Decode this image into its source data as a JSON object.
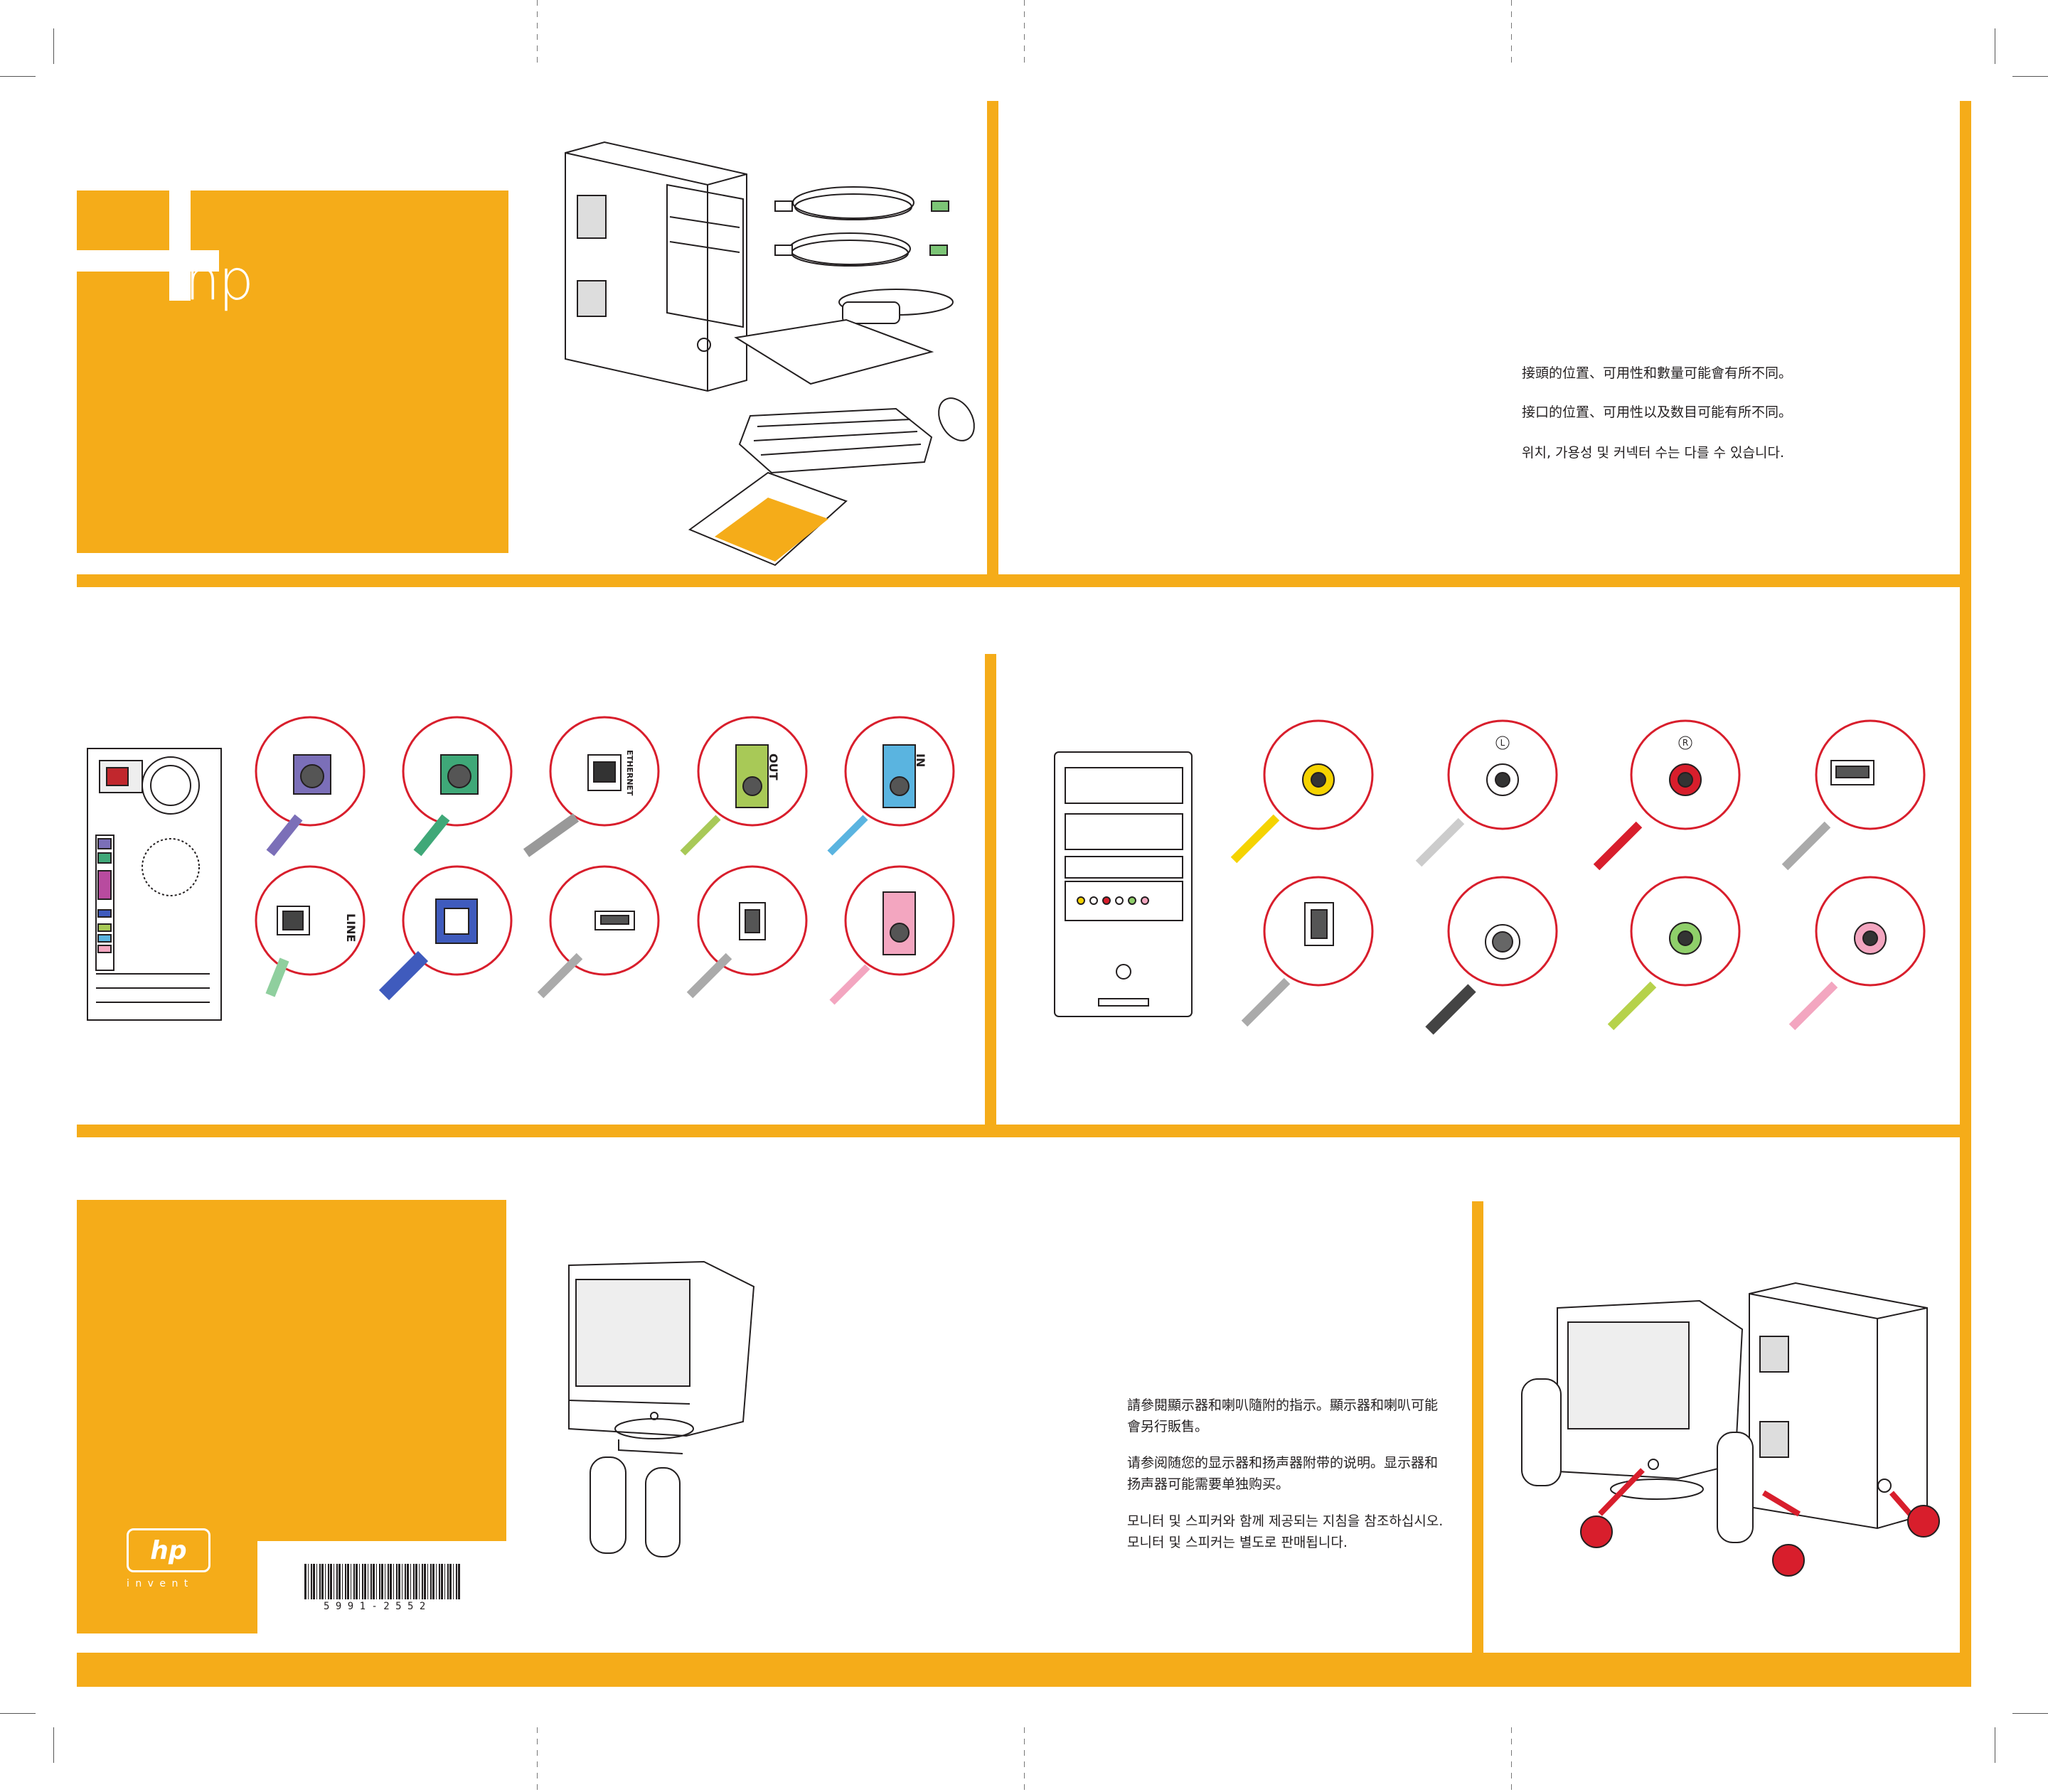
{
  "colors": {
    "accent": "#f5ac19",
    "marker": "#d81e2c",
    "white": "#ffffff",
    "ink": "#231f20"
  },
  "cover": {
    "logo_text": "hp"
  },
  "notes": {
    "connector_variation": [
      "接頭的位置、可用性和數量可能會有所不同。",
      "接口的位置、可用性以及数目可能有所不同。",
      "위치, 가용성 및 커넥터 수는 다를 수 있습니다."
    ],
    "monitor_speakers": [
      "請參閱顯示器和喇叭隨附的指示。顯示器和喇叭可能會另行販售。",
      "请参阅随您的显示器和扬声器附带的说明。显示器和扬声器可能需要单独购买。",
      "모니터 및 스피커와 함께 제공되는 지침을 참조하십시오. 모니터 및 스피커는 별도로 판매됩니다."
    ]
  },
  "back_panel": {
    "ports": [
      {
        "label": "",
        "icon": "keyboard-port-icon",
        "color": "#7b6fb8"
      },
      {
        "label": "",
        "icon": "mouse-port-icon",
        "color": "#3fa878"
      },
      {
        "label": "ETHERNET",
        "icon": "ethernet-port-icon",
        "color": "#ffffff"
      },
      {
        "label": "OUT",
        "icon": "audio-out-icon",
        "color": "#a8c957"
      },
      {
        "label": "IN",
        "icon": "audio-in-icon",
        "color": "#5ab4e0"
      },
      {
        "label": "LINE",
        "icon": "modem-line-icon",
        "color": "#8fcf9e"
      },
      {
        "label": "",
        "icon": "vga-port-icon",
        "color": "#3f5bbd"
      },
      {
        "label": "",
        "icon": "usb-port-icon",
        "color": "#ffffff"
      },
      {
        "label": "",
        "icon": "firewire-port-icon",
        "color": "#ffffff"
      },
      {
        "label": "",
        "icon": "microphone-port-icon",
        "color": "#f3a6c0"
      }
    ]
  },
  "front_panel": {
    "ports": [
      {
        "label": "",
        "icon": "video-composite-icon",
        "color": "#f5d300"
      },
      {
        "label": "L",
        "icon": "audio-left-icon",
        "color": "#ffffff"
      },
      {
        "label": "R",
        "icon": "audio-right-icon",
        "color": "#d81e2c"
      },
      {
        "label": "",
        "icon": "usb-port-icon",
        "color": "#ffffff"
      },
      {
        "label": "",
        "icon": "firewire-port-icon",
        "color": "#ffffff"
      },
      {
        "label": "",
        "icon": "s-video-icon",
        "color": "#ffffff"
      },
      {
        "label": "",
        "icon": "headphone-port-icon",
        "color": "#8fcf6a"
      },
      {
        "label": "",
        "icon": "microphone-port-icon",
        "color": "#f3a6c0"
      }
    ]
  },
  "back_cover": {
    "logo_text": "hp",
    "tagline": "i n v e n t",
    "barcode_number": "5 9 9 1 - 2 5 5 2"
  }
}
